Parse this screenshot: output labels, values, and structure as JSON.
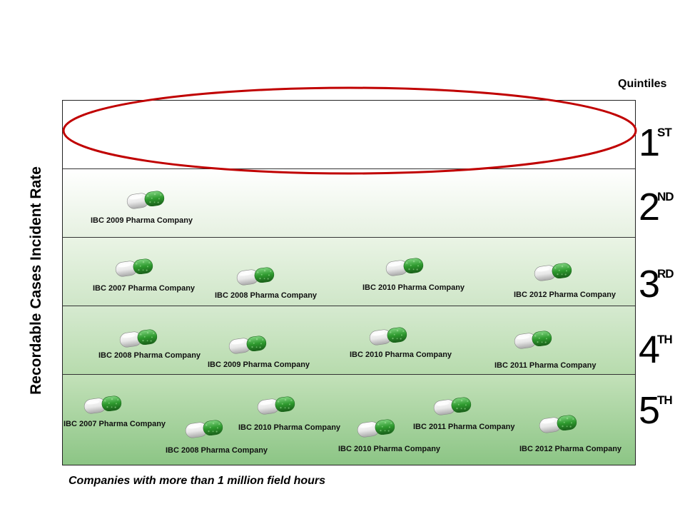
{
  "y_axis_label": "Recordable Cases Incident Rate",
  "quintiles_header": "Quintiles",
  "footer": "Companies with more than 1 million field hours",
  "colors": {
    "oval": "#c00000",
    "capsule_green": "#2e9a2e",
    "capsule_white": "#e8e8e8",
    "band_fill_dark": "#8cc585"
  },
  "quintiles": [
    {
      "num": "1",
      "suffix": "ST"
    },
    {
      "num": "2",
      "suffix": "ND"
    },
    {
      "num": "3",
      "suffix": "RD"
    },
    {
      "num": "4",
      "suffix": "TH"
    },
    {
      "num": "5",
      "suffix": "TH"
    }
  ],
  "companies": [
    {
      "quintile": 2,
      "label": "IBC  2009 Pharma Company"
    },
    {
      "quintile": 3,
      "label": "IBC  2007 Pharma Company"
    },
    {
      "quintile": 3,
      "label": "IBC  2008 Pharma Company"
    },
    {
      "quintile": 3,
      "label": "IBC  2010 Pharma Company"
    },
    {
      "quintile": 3,
      "label": "IBC  2012 Pharma Company"
    },
    {
      "quintile": 4,
      "label": "IBC  2008 Pharma Company"
    },
    {
      "quintile": 4,
      "label": "IBC  2009 Pharma Company"
    },
    {
      "quintile": 4,
      "label": "IBC  2010 Pharma Company"
    },
    {
      "quintile": 4,
      "label": "IBC  2011 Pharma Company"
    },
    {
      "quintile": 5,
      "label": "IBC  2007 Pharma Company"
    },
    {
      "quintile": 5,
      "label": "IBC  2008 Pharma Company"
    },
    {
      "quintile": 5,
      "label": "IBC  2010 Pharma Company"
    },
    {
      "quintile": 5,
      "label": "IBC  2010 Pharma Company"
    },
    {
      "quintile": 5,
      "label": "IBC  2011 Pharma Company"
    },
    {
      "quintile": 5,
      "label": "IBC  2012 Pharma Company"
    }
  ]
}
